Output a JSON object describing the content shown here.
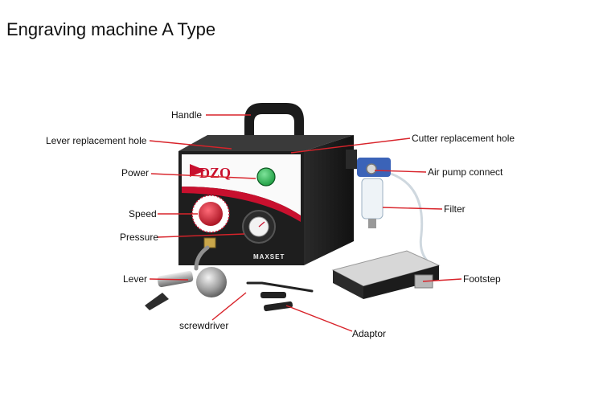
{
  "page": {
    "title": "Engraving machine A Type"
  },
  "machine": {
    "logo_text": "DZQ",
    "brand_plate": "MAXSET"
  },
  "labels": {
    "handle": "Handle",
    "lever_hole": "Lever replacement hole",
    "power": "Power",
    "speed": "Speed",
    "pressure": "Pressure",
    "lever": "Lever",
    "screwdriver": "screwdriver",
    "adaptor": "Adaptor",
    "cutter_hole": "Cutter replacement hole",
    "air_pump": "Air pump connect",
    "filter": "Filter",
    "footstep": "Footstep"
  },
  "colors": {
    "callout_line": "#d8232a",
    "accent_red": "#c8102e",
    "power_green": "#22b14c"
  }
}
